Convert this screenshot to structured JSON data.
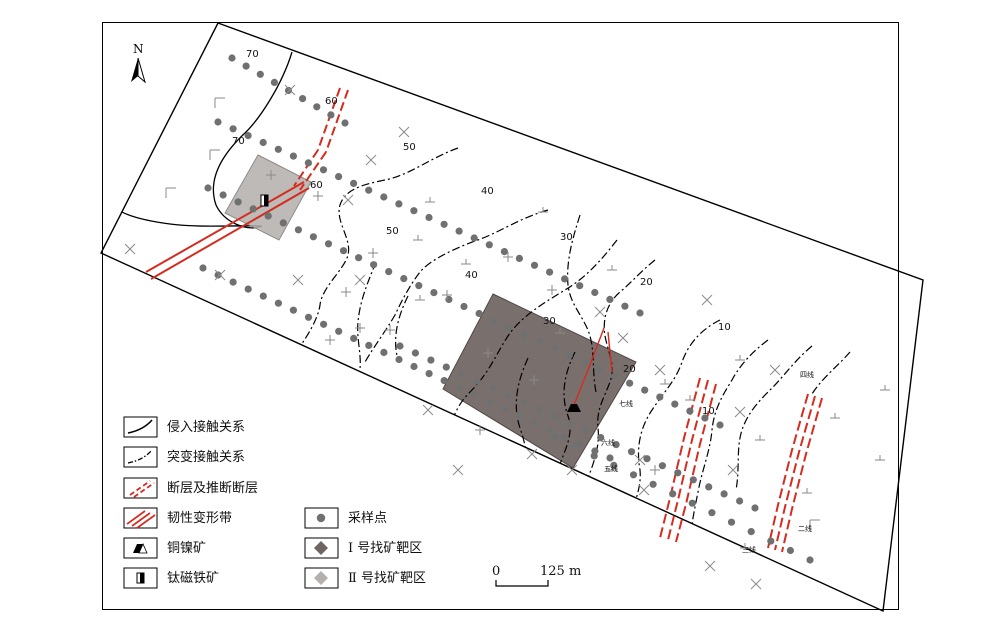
{
  "north_label": "N",
  "contour_labels": [
    "70",
    "70",
    "60",
    "60",
    "50",
    "50",
    "40",
    "40",
    "30",
    "30",
    "20",
    "20",
    "10",
    "10"
  ],
  "line_labels": [
    "七线",
    "六线",
    "五线",
    "四线",
    "三线",
    "二线"
  ],
  "legend": {
    "intrusive_contact": "侵入接触关系",
    "abrupt_contact": "突变接触关系",
    "fault": "断层及推断断层",
    "ductile_zone": "韧性变形带",
    "copper_nickel": "铜镍矿",
    "ilmenite": "钛磁铁矿",
    "sample_point": "采样点",
    "target_area_1": "Ⅰ 号找矿靶区",
    "target_area_2": "Ⅱ 号找矿靶区"
  },
  "scale_bar": {
    "zero": "0",
    "distance": "125 m"
  },
  "colors": {
    "fault_red": "#d62b1f",
    "sample_gray": "#707070",
    "target_1": "#6e6462",
    "target_2": "#b4b0ae",
    "symbol_gray": "#8a8a8a"
  }
}
